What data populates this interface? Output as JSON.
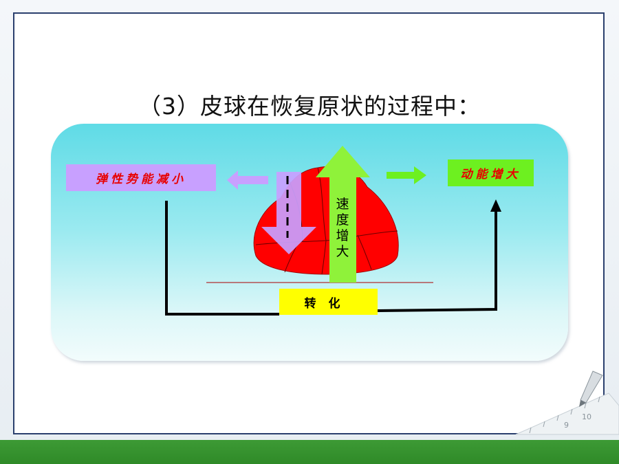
{
  "slide": {
    "title": "（3）皮球在恢复原状的过程中：",
    "labels": {
      "elastic_energy_decrease": "弹性势能减小",
      "kinetic_energy_increase": "动能增大",
      "transform": "转化",
      "speed_increase": [
        "速",
        "度",
        "增",
        "大"
      ]
    }
  },
  "colors": {
    "elastic_box": "#c8a0ff",
    "kinetic_box": "#6df020",
    "transform_box": "#ffff00",
    "ball": "#ff0000",
    "accent_green": "#3d9a35",
    "frame_border": "#2a3f6d"
  },
  "icons": {
    "pencil": "pencil-icon",
    "ruler": "ruler-icon"
  },
  "ruler_marks": [
    "9",
    "10"
  ]
}
